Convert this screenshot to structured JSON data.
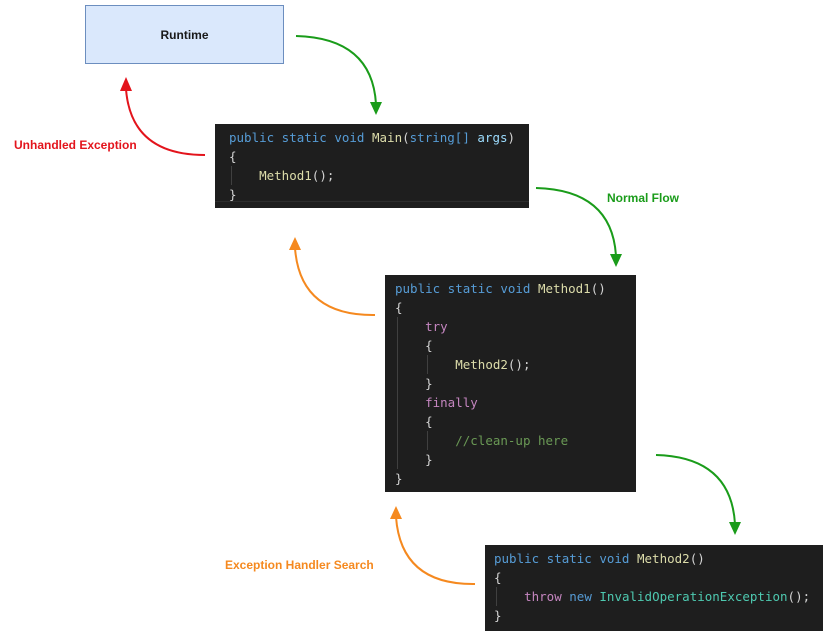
{
  "runtime": {
    "label": "Runtime"
  },
  "labels": {
    "unhandled_exception": "Unhandled Exception",
    "normal_flow": "Normal Flow",
    "exception_handler_search": "Exception Handler Search"
  },
  "colors": {
    "normal_flow": "#1a9c1a",
    "unhandled_exception": "#e3141c",
    "exception_handler_search": "#f5891f",
    "runtime_fill": "#dae8fc",
    "runtime_border": "#6c8ebf",
    "code_background": "#1e1e1e"
  },
  "code_blocks": {
    "main": {
      "signature": {
        "modifiers": "public static void",
        "name": "Main",
        "param_type": "string[]",
        "param_name": "args"
      },
      "open_brace": "{",
      "call": "Method1",
      "close_brace": "}"
    },
    "method1": {
      "signature": {
        "modifiers": "public static void",
        "name": "Method1"
      },
      "open_brace": "{",
      "try_keyword": "try",
      "try_open": "{",
      "call": "Method2",
      "try_close": "}",
      "finally_keyword": "finally",
      "finally_open": "{",
      "comment": "//clean-up here",
      "finally_close": "}",
      "close_brace": "}"
    },
    "method2": {
      "signature": {
        "modifiers": "public static void",
        "name": "Method2"
      },
      "open_brace": "{",
      "throw_keyword": "throw",
      "new_keyword": "new",
      "exception_type": "InvalidOperationException",
      "close_brace": "}"
    }
  },
  "edges": [
    {
      "from": "Runtime",
      "to": "Main",
      "kind": "normal_flow"
    },
    {
      "from": "Main",
      "to": "Method1",
      "kind": "normal_flow",
      "label": "Normal Flow"
    },
    {
      "from": "Method1",
      "to": "Method2",
      "kind": "normal_flow"
    },
    {
      "from": "Method2",
      "to": "Method1",
      "kind": "exception_handler_search",
      "label": "Exception Handler Search"
    },
    {
      "from": "Method1",
      "to": "Main",
      "kind": "exception_handler_search"
    },
    {
      "from": "Main",
      "to": "Runtime",
      "kind": "unhandled_exception",
      "label": "Unhandled Exception"
    }
  ]
}
